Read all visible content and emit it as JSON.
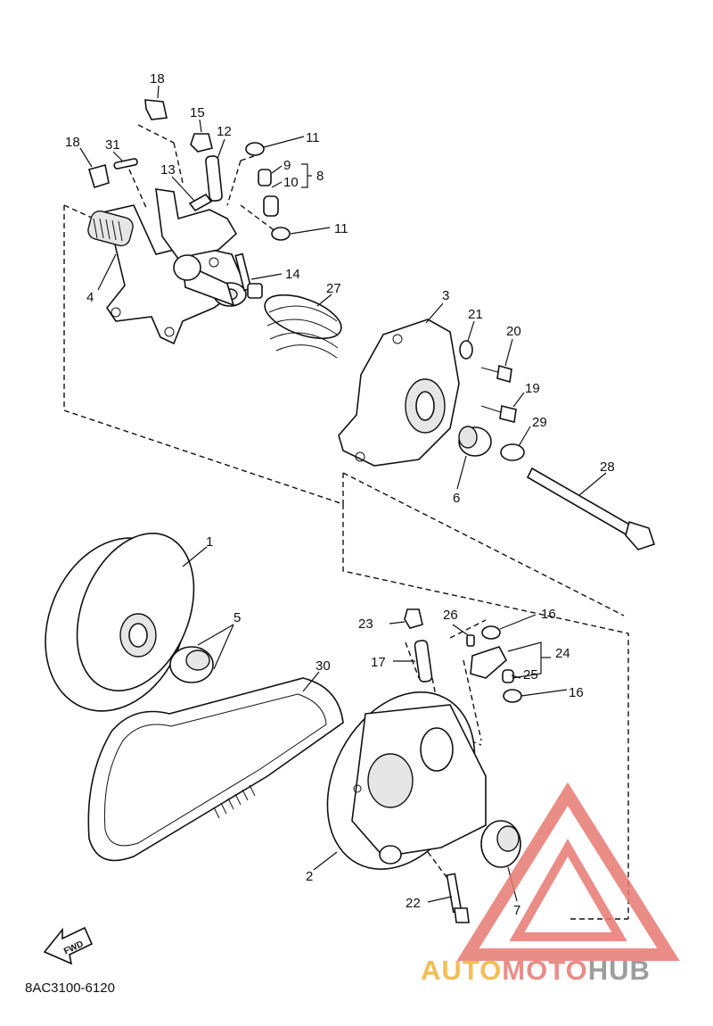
{
  "part_labels": [
    {
      "id": "p18a",
      "text": "18"
    },
    {
      "id": "p15",
      "text": "15"
    },
    {
      "id": "p12",
      "text": "12"
    },
    {
      "id": "p11a",
      "text": "11"
    },
    {
      "id": "p18b",
      "text": "18"
    },
    {
      "id": "p31",
      "text": "31"
    },
    {
      "id": "p9",
      "text": "9"
    },
    {
      "id": "p10",
      "text": "10"
    },
    {
      "id": "p8",
      "text": "8"
    },
    {
      "id": "p13",
      "text": "13"
    },
    {
      "id": "p11b",
      "text": "11"
    },
    {
      "id": "p4",
      "text": "4"
    },
    {
      "id": "p14",
      "text": "14"
    },
    {
      "id": "p27",
      "text": "27"
    },
    {
      "id": "p3",
      "text": "3"
    },
    {
      "id": "p21",
      "text": "21"
    },
    {
      "id": "p20",
      "text": "20"
    },
    {
      "id": "p19",
      "text": "19"
    },
    {
      "id": "p29",
      "text": "29"
    },
    {
      "id": "p6",
      "text": "6"
    },
    {
      "id": "p28",
      "text": "28"
    },
    {
      "id": "p1",
      "text": "1"
    },
    {
      "id": "p5",
      "text": "5"
    },
    {
      "id": "p23",
      "text": "23"
    },
    {
      "id": "p26",
      "text": "26"
    },
    {
      "id": "p16a",
      "text": "16"
    },
    {
      "id": "p30",
      "text": "30"
    },
    {
      "id": "p17",
      "text": "17"
    },
    {
      "id": "p24",
      "text": "24"
    },
    {
      "id": "p25",
      "text": "25"
    },
    {
      "id": "p16b",
      "text": "16"
    },
    {
      "id": "p2",
      "text": "2"
    },
    {
      "id": "p22",
      "text": "22"
    },
    {
      "id": "p7",
      "text": "7"
    }
  ],
  "diagram_code": "8AC3100-6120",
  "fwd_label": "FWD",
  "watermark": {
    "part1": "AUTO",
    "part2": "MOTO",
    "part3": "HUB",
    "color_auto": "#f2b23c",
    "color_moto": "#e77a73",
    "color_hub": "#8c8c8c",
    "triangle_color": "#e77a73"
  }
}
